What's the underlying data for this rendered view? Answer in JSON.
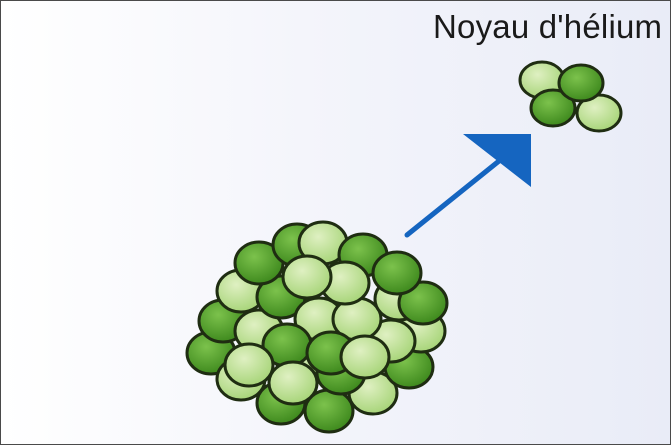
{
  "diagram": {
    "helium_label": "Noyau d'hélium"
  },
  "colors": {
    "nucleon_dark": "#4e9a28",
    "nucleon_light": "#b6dd8a",
    "outline": "#1f2d12",
    "arrow": "#1565c0",
    "border": "#4a4a4a"
  },
  "alpha_particle": {
    "nucleons": 4
  },
  "decaying_nucleus": {
    "description_icon": "nucleus-cluster"
  }
}
